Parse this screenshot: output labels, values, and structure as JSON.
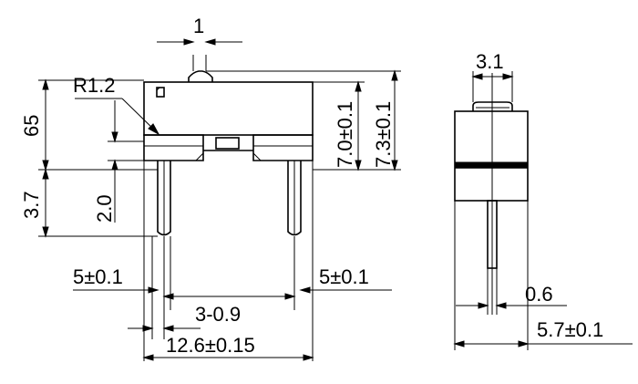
{
  "drawing": {
    "front_view": {
      "dim_lever_width": "1",
      "dim_radius": "R1.2",
      "dim_height_left": "65",
      "dim_pin_length": "3.7",
      "dim_body_step": "2.0",
      "dim_height_inner": "7.0±0.1",
      "dim_height_outer": "7.3±0.1",
      "dim_pin_left": "5±0.1",
      "dim_pin_right": "5±0.1",
      "dim_pitch": "3-0.9",
      "dim_total_width": "12.6±0.15"
    },
    "side_view": {
      "dim_top_width": "3.1",
      "dim_pin_thickness": "0.6",
      "dim_total_depth": "5.7±0.1"
    }
  }
}
